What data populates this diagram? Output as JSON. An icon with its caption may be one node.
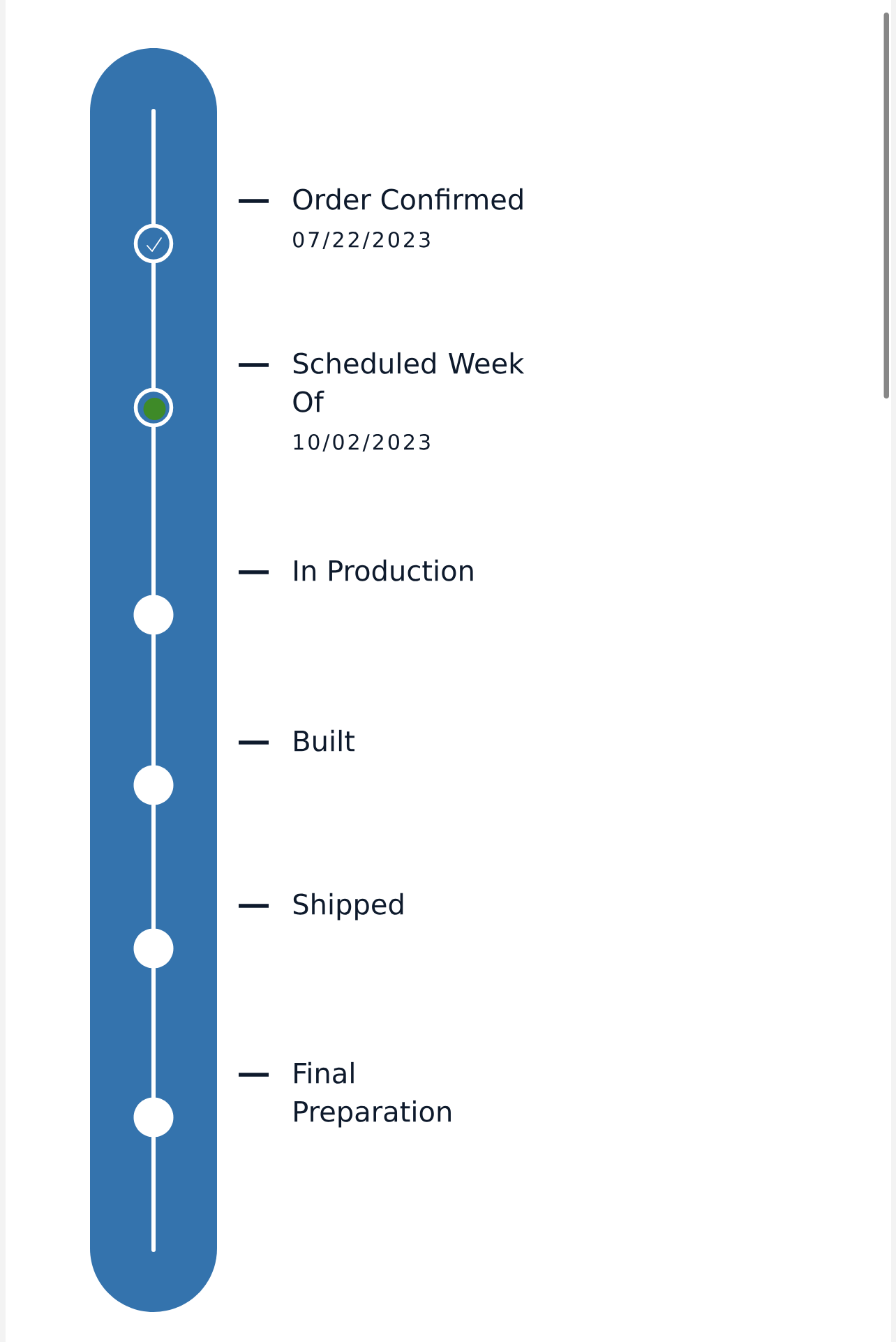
{
  "diagram": {
    "nodes": [
      {
        "text": [],
        "shape": "bar"
      },
      {
        "text": [],
        "shape": "ring",
        "in": 0,
        "beside": [
          "Order Confirmed",
          "07/22/2023"
        ]
      },
      {
        "text": [],
        "shape": "ring",
        "in": 0,
        "beside": [
          "Scheduled Week Of",
          "10/02/2023"
        ]
      },
      {
        "text": [],
        "shape": "circle",
        "in": 0
      },
      {
        "text": [],
        "shape": "circle",
        "in": 0
      },
      {
        "text": [],
        "shape": "circle",
        "in": 0
      },
      {
        "text": [],
        "shape": "circle",
        "in": 0
      }
    ],
    "edges": [
      {
        "from": null,
        "to": 1,
        "arrow": "none"
      },
      {
        "from": 1,
        "to": 2,
        "arrow": "none"
      },
      {
        "from": 2,
        "to": 3,
        "arrow": "none"
      },
      {
        "from": 3,
        "to": 4,
        "arrow": "none"
      },
      {
        "from": 4,
        "to": 5,
        "arrow": "none"
      },
      {
        "from": 5,
        "to": 6,
        "arrow": "none"
      },
      {
        "from": 6,
        "to": null,
        "arrow": "none"
      }
    ],
    "labels": [
      "In Production",
      "Built",
      "Shipped",
      "Final Preparation"
    ]
  }
}
